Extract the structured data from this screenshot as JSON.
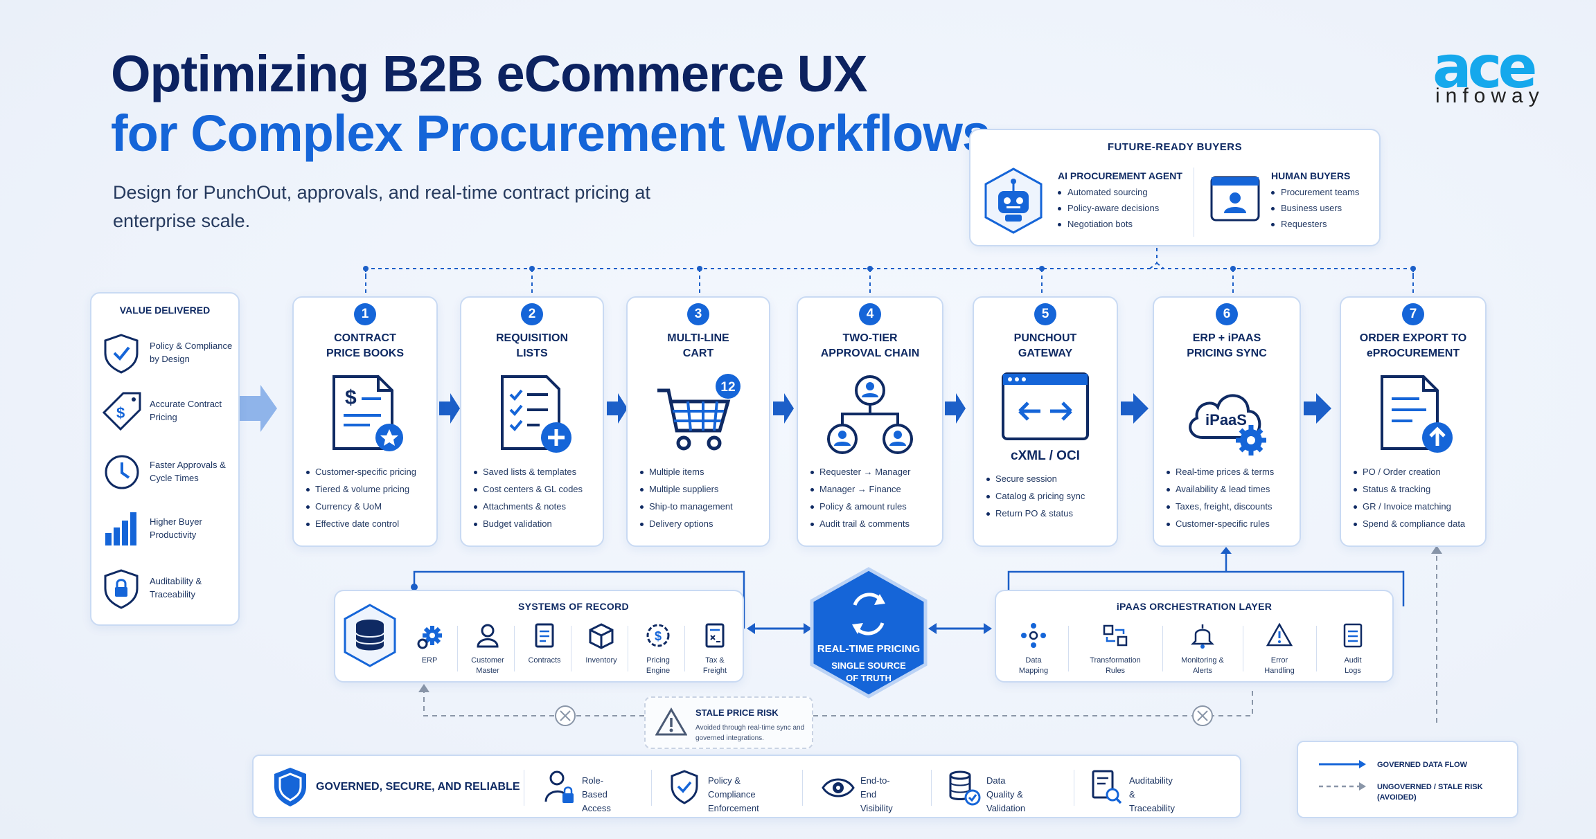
{
  "title_line1": "Optimizing B2B eCommerce UX",
  "title_line2": "for Complex Procurement Workflows",
  "subtitle": "Design for PunchOut, approvals, and real-time contract pricing at enterprise scale.",
  "logo": {
    "brand": "ace",
    "tag": "infoway"
  },
  "future_ready": {
    "heading": "FUTURE-READY BUYERS",
    "ai": {
      "title": "AI PROCUREMENT AGENT",
      "items": [
        "Automated sourcing",
        "Policy-aware decisions",
        "Negotiation bots"
      ]
    },
    "human": {
      "title": "HUMAN BUYERS",
      "items": [
        "Procurement teams",
        "Business users",
        "Requesters"
      ]
    }
  },
  "value_delivered": {
    "heading": "VALUE DELIVERED",
    "items": [
      "Policy & Compliance by Design",
      "Accurate Contract Pricing",
      "Faster Approvals & Cycle Times",
      "Higher Buyer Productivity",
      "Auditability & Traceability"
    ]
  },
  "steps": [
    {
      "num": "1",
      "title": "CONTRACT\nPRICE BOOKS",
      "items": [
        "Customer-specific pricing",
        "Tiered & volume pricing",
        "Currency & UoM",
        "Effective date control"
      ]
    },
    {
      "num": "2",
      "title": "REQUISITION\nLISTS",
      "items": [
        "Saved lists & templates",
        "Cost centers & GL codes",
        "Attachments & notes",
        "Budget validation"
      ]
    },
    {
      "num": "3",
      "title": "MULTI-LINE\nCART",
      "badge": "12",
      "items": [
        "Multiple items",
        "Multiple suppliers",
        "Ship-to management",
        "Delivery options"
      ]
    },
    {
      "num": "4",
      "title": "TWO-TIER\nAPPROVAL CHAIN",
      "items": [
        "Requester → Manager",
        "Manager → Finance",
        "Policy & amount rules",
        "Audit trail & comments"
      ]
    },
    {
      "num": "5",
      "title": "PUNCHOUT\nGATEWAY",
      "sub": "cXML / OCI",
      "items": [
        "Secure session",
        "Catalog & pricing sync",
        "Return PO & status"
      ]
    },
    {
      "num": "6",
      "title": "ERP + iPAAS\nPRICING SYNC",
      "cloud": "iPaaS",
      "items": [
        "Real-time prices & terms",
        "Availability & lead times",
        "Taxes, freight, discounts",
        "Customer-specific rules"
      ]
    },
    {
      "num": "7",
      "title": "ORDER EXPORT TO\nePROCUREMENT",
      "items": [
        "PO / Order creation",
        "Status & tracking",
        "GR / Invoice matching",
        "Spend & compliance data"
      ]
    }
  ],
  "systems_of_record": {
    "heading": "SYSTEMS OF RECORD",
    "items": [
      "ERP",
      "Customer\nMaster",
      "Contracts",
      "Inventory",
      "Pricing\nEngine",
      "Tax &\nFreight"
    ]
  },
  "hub": {
    "l1": "REAL-TIME PRICING",
    "l2": "SINGLE SOURCE",
    "l3": "OF TRUTH"
  },
  "ipaas_layer": {
    "heading": "iPAAS ORCHESTRATION LAYER",
    "items": [
      "Data\nMapping",
      "Transformation\nRules",
      "Monitoring &\nAlerts",
      "Error\nHandling",
      "Audit\nLogs"
    ]
  },
  "stale": {
    "title": "STALE PRICE RISK",
    "desc": "Avoided through real-time sync and governed integrations."
  },
  "footer": {
    "title": "GOVERNED, SECURE, AND RELIABLE",
    "items": [
      "Role-Based\nAccess",
      "Policy & Compliance\nEnforcement",
      "End-to-End\nVisibility",
      "Data Quality &\nValidation",
      "Auditability &\nTraceability"
    ]
  },
  "legend": {
    "governed": "GOVERNED DATA FLOW",
    "ungoverned": "UNGOVERNED / STALE RISK\n(AVOIDED)"
  },
  "colors": {
    "navy": "#0c2260",
    "blue": "#1565d8",
    "bg": "#eef3fb"
  }
}
